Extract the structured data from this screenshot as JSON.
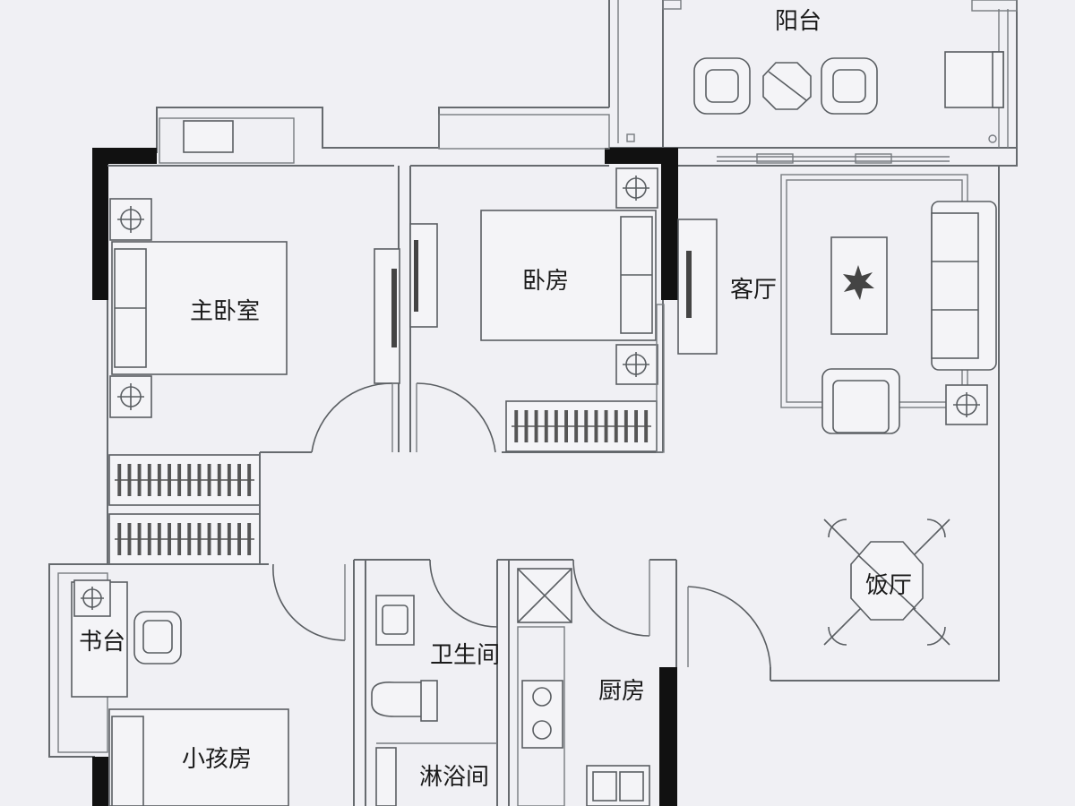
{
  "rooms": {
    "balcony": "阳台",
    "master_bedroom": "主卧室",
    "bedroom": "卧房",
    "living_room": "客厅",
    "dining_room": "饭厅",
    "study_desk": "书台",
    "bathroom": "卫生间",
    "kitchen": "厨房",
    "kids_room": "小孩房",
    "shower_room": "淋浴间"
  }
}
